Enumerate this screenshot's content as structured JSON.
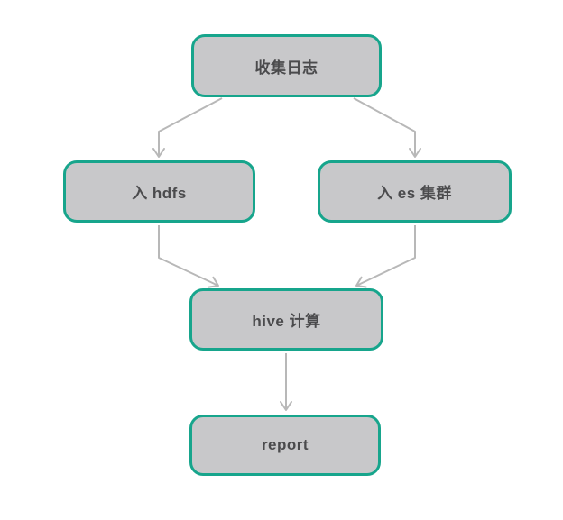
{
  "diagram": {
    "type": "flowchart",
    "nodes": {
      "collect_logs": {
        "label": "收集日志"
      },
      "hdfs": {
        "label": "入 hdfs"
      },
      "es_cluster": {
        "label": "入 es 集群"
      },
      "hive": {
        "label": "hive 计算"
      },
      "report": {
        "label": "report"
      }
    },
    "edges": [
      {
        "from": "collect_logs",
        "to": "hdfs"
      },
      {
        "from": "collect_logs",
        "to": "es_cluster"
      },
      {
        "from": "hdfs",
        "to": "hive"
      },
      {
        "from": "es_cluster",
        "to": "hive"
      },
      {
        "from": "hive",
        "to": "report"
      }
    ],
    "colors": {
      "node_fill": "#c8c8ca",
      "node_border": "#17a58c",
      "node_text": "#4b4b4d",
      "arrow": "#b8b8b8",
      "background": "#ffffff"
    }
  }
}
